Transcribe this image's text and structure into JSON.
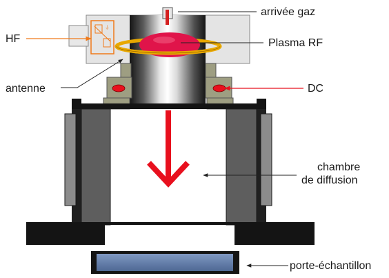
{
  "labels": {
    "gas_inlet": "arrivée gaz",
    "hf": "HF",
    "plasma": "Plasma RF",
    "antenna": "antenne",
    "dc": "DC",
    "chamber_line1": "chambre",
    "chamber_line2": "de diffusion",
    "sample_holder": "porte-échantillon"
  },
  "colors": {
    "plasma": "#e0144a",
    "antenna_ring": "#e8a800",
    "hf_box": "#f07a1a",
    "dc_arrow": "#e8101e",
    "diffusion_arrow": "#e8101e",
    "sample_plate": "#6a86b4"
  }
}
